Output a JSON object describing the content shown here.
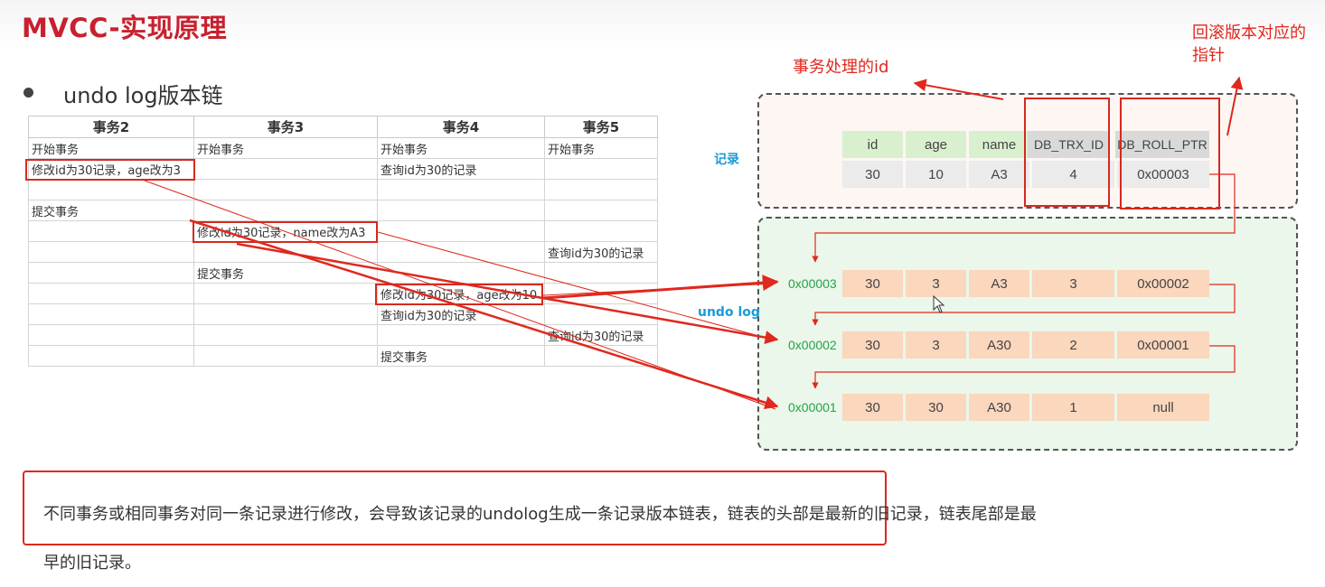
{
  "title": "MVCC-实现原理",
  "subtitle": "undo log版本链",
  "table": {
    "headers": [
      "事务2",
      "事务3",
      "事务4",
      "事务5"
    ],
    "rows": [
      [
        "开始事务",
        "开始事务",
        "开始事务",
        "开始事务"
      ],
      [
        "修改id为30记录，age改为3",
        "",
        "查询id为30的记录",
        ""
      ],
      [
        "",
        "",
        "",
        ""
      ],
      [
        "提交事务",
        "",
        "",
        ""
      ],
      [
        "",
        "修改id为30记录，name改为A3",
        "",
        ""
      ],
      [
        "",
        "",
        "",
        "查询id为30的记录"
      ],
      [
        "",
        "提交事务",
        "",
        ""
      ],
      [
        "",
        "",
        "修改id为30记录，age改为10",
        ""
      ],
      [
        "",
        "",
        "查询id为30的记录",
        ""
      ],
      [
        "",
        "",
        "",
        "查询id为30的记录"
      ],
      [
        "",
        "",
        "提交事务",
        ""
      ]
    ]
  },
  "diagram": {
    "record_label": "记录",
    "undo_label": "undo log",
    "columns": [
      "id",
      "age",
      "name",
      "DB_TRX_ID",
      "DB_ROLL_PTR"
    ],
    "record": [
      "30",
      "10",
      "A3",
      "4",
      "0x00003"
    ],
    "undo_rows": [
      {
        "addr": "0x00003",
        "values": [
          "30",
          "3",
          "A3",
          "3",
          "0x00002"
        ]
      },
      {
        "addr": "0x00002",
        "values": [
          "30",
          "3",
          "A30",
          "2",
          "0x00001"
        ]
      },
      {
        "addr": "0x00001",
        "values": [
          "30",
          "30",
          "A30",
          "1",
          "null"
        ]
      }
    ],
    "annotation_trx": "事务处理的id",
    "annotation_ptr_line1": "回滚版本对应的",
    "annotation_ptr_line2": "指针"
  },
  "note": {
    "line1": "不同事务或相同事务对同一条记录进行修改，会导致该记录的undolog生成一条记录版本链表，链表的头部是最新的旧记录，链表尾部是最",
    "line2": "早的旧记录。"
  },
  "colors": {
    "accent_red": "#e0281e",
    "title_red": "#c8202f",
    "header_green": "#d9f0cf",
    "undo_orange": "#fad7bd",
    "label_blue": "#1a9bd7"
  }
}
